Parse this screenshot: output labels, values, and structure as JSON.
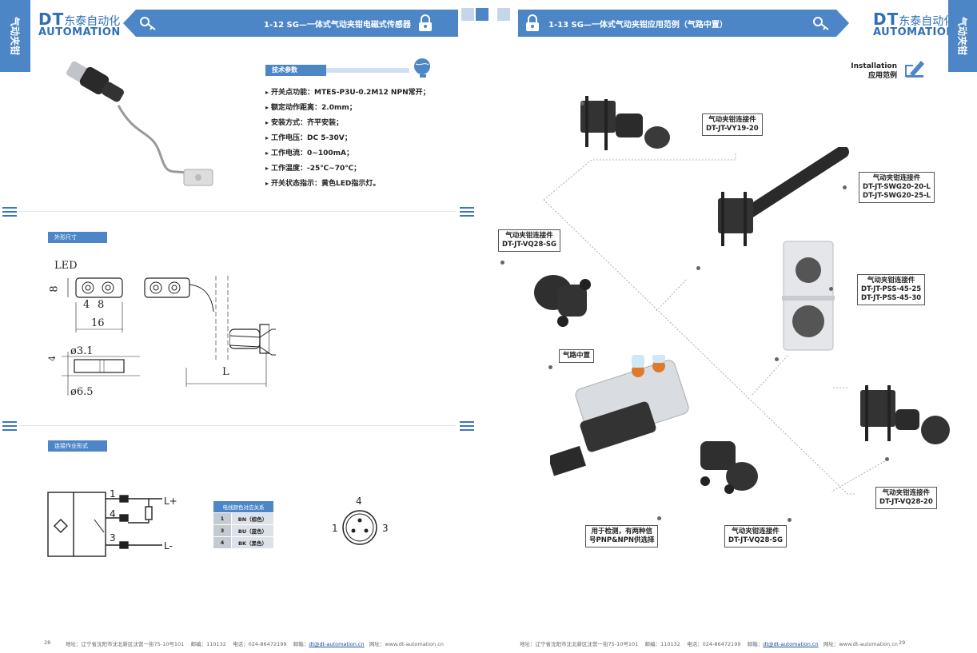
{
  "left_page": {
    "side_tab": "气动夹钳",
    "logo": {
      "brand": "DT",
      "cn": "东泰自动化",
      "en": "AUTOMATION"
    },
    "header_title": "1-12 SG—一体式气动夹钳电磁式传感器",
    "tech_section_label": "技术参数",
    "specs": [
      "开关点功能：MTES-P3U-0.2M12 NPN常开；",
      "额定动作距离：2.0mm；",
      "安装方式：齐平安装；",
      "工作电压：DC 5-30V；",
      "工作电流：0~100mA；",
      "工作温度：-25℃~70℃；",
      "开关状态指示：黄色LED指示灯。"
    ],
    "dim_section_label": "外形尺寸",
    "dims": {
      "led": "LED",
      "d8": "8",
      "d4": "4",
      "d8b": "8",
      "d16": "16",
      "d31": "ø3.1",
      "d4v": "4",
      "d65": "ø6.5",
      "L": "L"
    },
    "conn_section_label": "连接作业形式",
    "circuit": {
      "p1": "1",
      "p4": "4",
      "p3": "3",
      "lplus": "L+",
      "lminus": "L-"
    },
    "wire_table": {
      "header": "电线颜色对应关系",
      "rows": [
        {
          "pin": "1",
          "color": "BN（棕色）"
        },
        {
          "pin": "3",
          "color": "BU（蓝色）"
        },
        {
          "pin": "4",
          "color": "BK（黑色）"
        }
      ]
    },
    "pinout": {
      "top": "4",
      "left": "1",
      "right": "3"
    },
    "page_no": "28",
    "footer": {
      "address": "地址：辽宁省沈阳市沈北新区沈营一街75-10号101",
      "zip": "邮编：110132",
      "tel": "电话：024-86472199",
      "email_label": "邮箱：",
      "email": "dt@dt-automation.cn",
      "web": "网址：www.dt-automation.cn"
    }
  },
  "right_page": {
    "side_tab": "气动夹钳",
    "logo": {
      "brand": "DT",
      "cn": "东泰自动化",
      "en": "AUTOMATION"
    },
    "header_title": "1-13 SG—一体式气动夹钳应用范例（气路中置）",
    "install_en": "Installation",
    "install_cn": "应用范例",
    "callouts": {
      "vy19": {
        "line1": "气动夹钳连接件",
        "line2": "DT-JT-VY19-20"
      },
      "swg": {
        "line1": "气动夹钳连接件",
        "line2": "DT-JT-SWG20-20-L",
        "line3": "DT-JT-SWG20-25-L"
      },
      "vq28sg": {
        "line1": "气动夹钳连接件",
        "line2": "DT-JT-VQ28-SG"
      },
      "pss": {
        "line1": "气动夹钳连接件",
        "line2": "DT-JT-PSS-45-25",
        "line3": "DT-JT-PSS-45-30"
      },
      "air": {
        "line1": "气路中置"
      },
      "vq2820": {
        "line1": "气动夹钳连接件",
        "line2": "DT-JT-VQ28-20"
      },
      "detect": {
        "line1": "用于检测，有两种信",
        "line2": "号PNP&NPN供选择"
      },
      "vq28sg2": {
        "line1": "气动夹钳连接件",
        "line2": "DT-JT-VQ28-SG"
      }
    },
    "page_no": "29",
    "footer": {
      "address": "地址：辽宁省沈阳市沈北新区沈营一街75-10号101",
      "zip": "邮编：110132",
      "tel": "电话：024-86472199",
      "email_label": "邮箱：",
      "email": "dt@dt-automation.cn",
      "web": "网址：www.dt-automation.cn"
    }
  },
  "colors": {
    "accent": "#4c86c6",
    "dark": "#2e6fb6"
  }
}
